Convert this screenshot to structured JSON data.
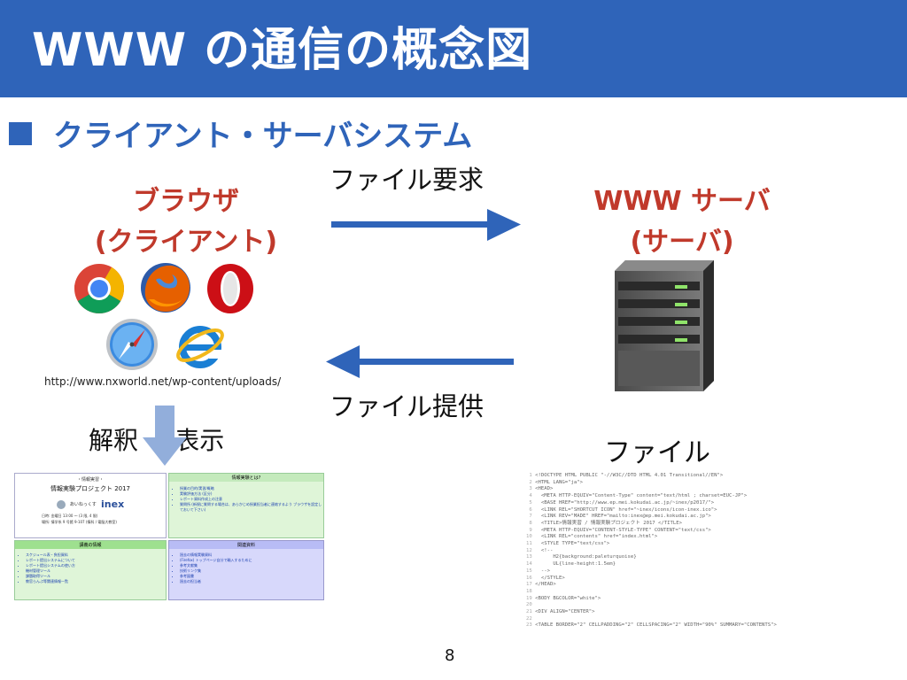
{
  "slide": {
    "title": "WWW の通信の概念図",
    "subtitle": "クライアント・サーバシステム",
    "page_number": "8"
  },
  "client": {
    "name": "ブラウザ",
    "role": "(クライアント)",
    "credit_url": "http://www.nxworld.net/wp-content/uploads/",
    "browser_icons": [
      "chrome-icon",
      "firefox-icon",
      "opera-icon",
      "safari-icon",
      "internet-explorer-icon"
    ]
  },
  "server": {
    "name": "WWW サーバ",
    "role": "(サーバ)",
    "file_label": "ファイル"
  },
  "arrows": {
    "request_label": "ファイル要求",
    "response_label": "ファイル提供",
    "render_label": "解釈 + 表示"
  },
  "colors": {
    "accent": "#2f64b9",
    "highlight": "#c0392b"
  },
  "rendered_page": {
    "header_kicker": "・情報実習・",
    "header_title": "情報実験プロジェクト 2017",
    "logo_text": "inex",
    "logo_kana": "あいねっくす",
    "schedule": "日時: 金曜日 13:00 ～ (3 限, 4 限)",
    "place": "場所: 情学系 9 号館 9-107 (情科 / 電脳大教室)",
    "about_heading": "情報実験とは?",
    "about_items": [
      "授業の目的/実習/概略",
      "実験評価方法 (区分)",
      "レポート資料作成上の注意",
      "質問所 (新規に質問する場合は、あらかじめ授業担当者に連絡するよう ブラウザを設定しておいて下さい)"
    ],
    "lecture_heading": "講義の情報",
    "lecture_items": [
      "スケジュール表・負担資料",
      "レポート提出システムについて",
      "レポート提出システムの使い方",
      "機材管理ツール",
      "課題取得ツール",
      "教官らんぷ等関連情報一覧"
    ],
    "links_heading": "関連資料",
    "links_items": [
      "過去の情報実験資料",
      "(Firefox) トップページ自分で輸入するために",
      "参考文献集",
      "技術リンク集",
      "参考図書",
      "過去の担当者"
    ]
  },
  "source_file": {
    "lines": [
      "<!DOCTYPE HTML PUBLIC \"-//W3C//DTD HTML 4.01 Transitional//EN\">",
      "<HTML LANG=\"ja\">",
      "<HEAD>",
      "  <META HTTP-EQUIV=\"Content-Type\" content=\"text/html ; charset=EUC-JP\">",
      "  <BASE HREF=\"http://www.ep.mei.kokudai.ac.jp/~inex/p2017/\">",
      "  <LINK REL=\"SHORTCUT ICON\" href=\"~inex/icons/icon-inex.ico\">",
      "  <LINK REV=\"MADE\" HREF=\"mailto:inex@ep.mei.kokudai.ac.jp\">",
      "  <TITLE>情報実習 / 情報実験プロジェクト 2017 </TITLE>",
      "  <META HTTP-EQUIV=\"CONTENT-STYLE-TYPE\" CONTENT=\"text/css\">",
      "  <LINK REL=\"contents\" href=\"index.html\">",
      "  <STYLE TYPE=\"text/css\">",
      "  <!--",
      "      H2{background:paleturquoise}",
      "      UL{line-height:1.5em}",
      "  -->",
      "  </STYLE>",
      "</HEAD>",
      "",
      "<BODY BGCOLOR=\"white\">",
      "",
      "<DIV ALIGN=\"CENTER\">",
      "",
      "<TABLE BORDER=\"2\" CELLPADDING=\"2\" CELLSPACING=\"2\" WIDTH=\"90%\" SUMMARY=\"CONTENTS\">"
    ]
  }
}
